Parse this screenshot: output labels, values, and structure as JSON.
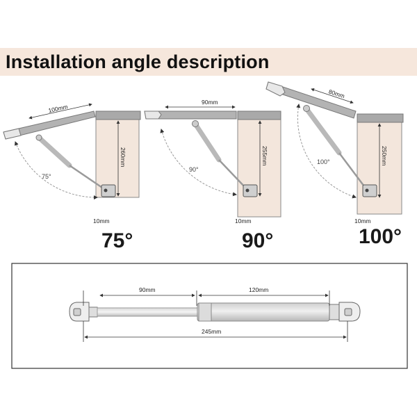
{
  "title": "Installation angle description",
  "diagrams": [
    {
      "arm_length": "100mm",
      "height": "260mm",
      "angle_small": "75°",
      "offset": "10mm",
      "angle_big": "75°"
    },
    {
      "arm_length": "90mm",
      "height": "255mm",
      "angle_small": "90°",
      "offset": "10mm",
      "angle_big": "90°"
    },
    {
      "arm_length": "80mm",
      "height": "250mm",
      "angle_small": "100°",
      "offset": "10mm",
      "angle_big": "100°"
    }
  ],
  "strut": {
    "rod_length": "90mm",
    "cylinder_length": "120mm",
    "total_length": "245mm"
  }
}
